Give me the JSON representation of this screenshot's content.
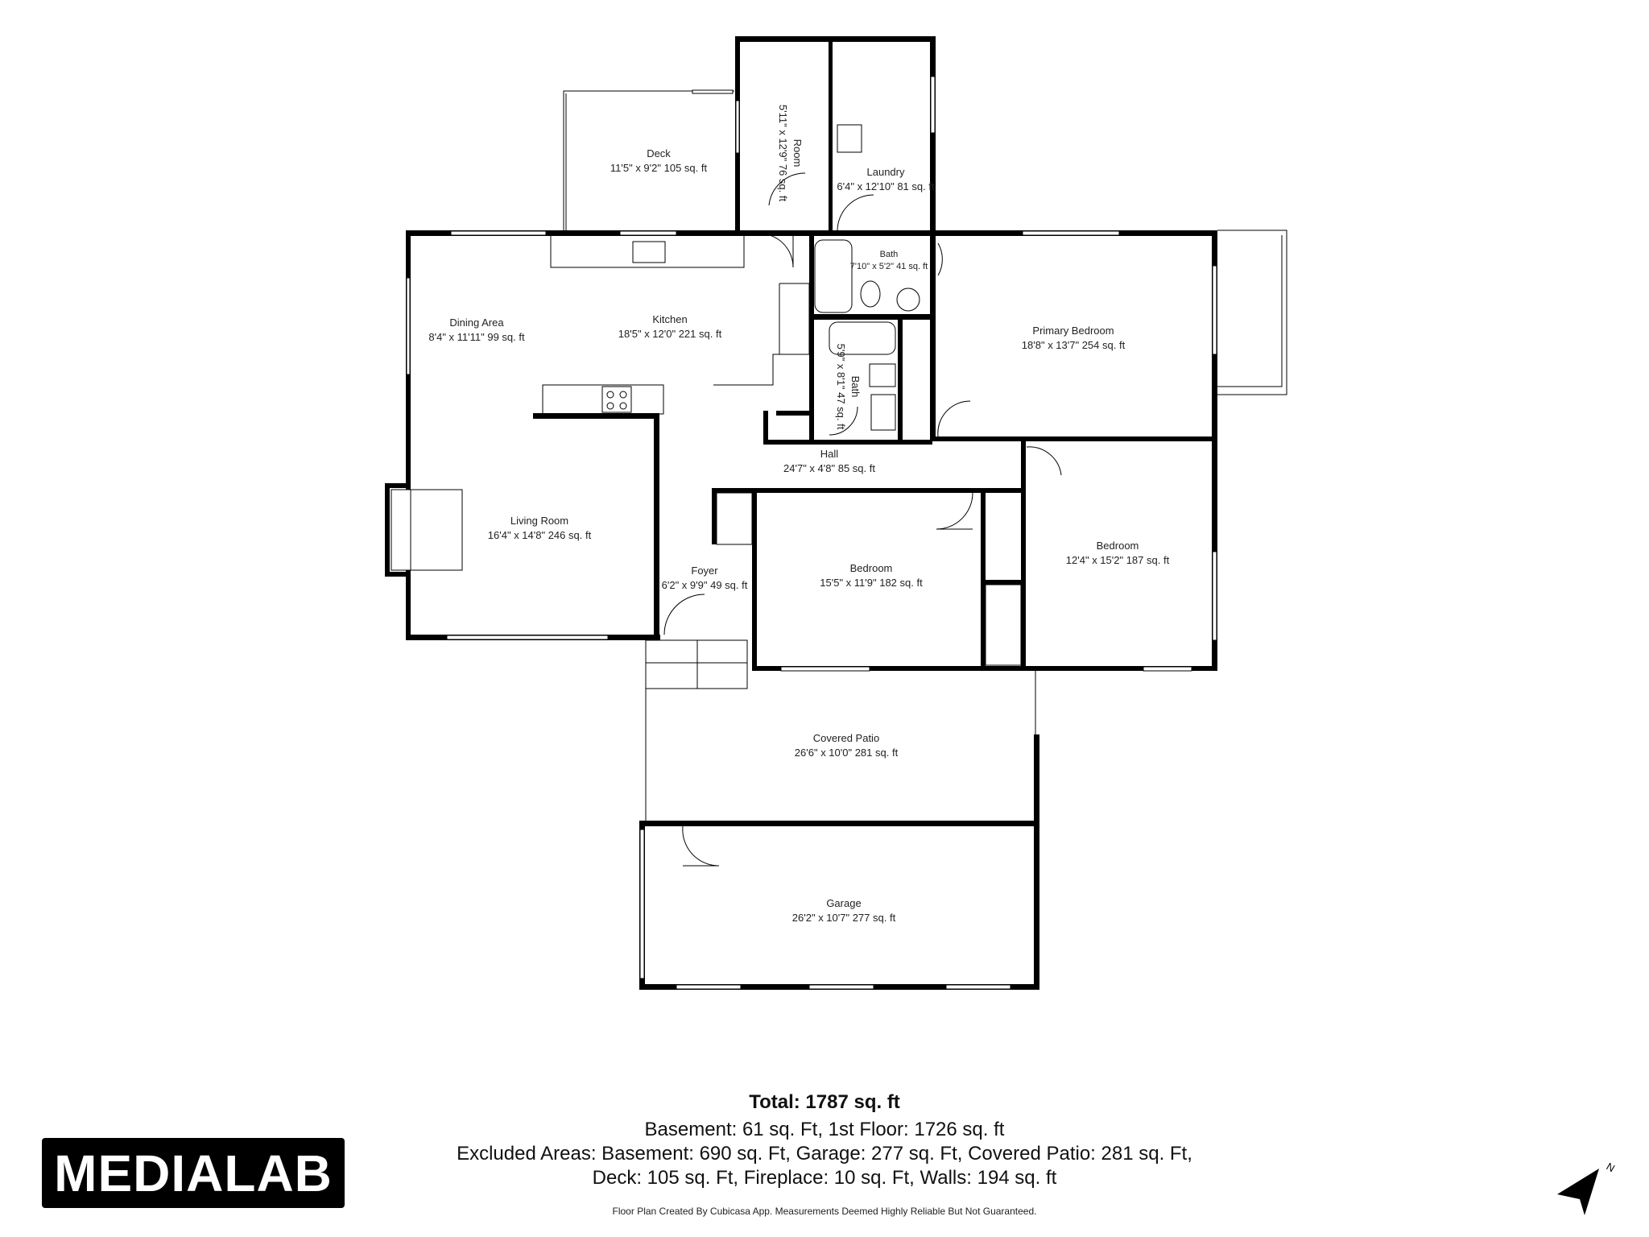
{
  "rooms": [
    {
      "id": "deck",
      "name": "Deck",
      "dims": "11'5\" x 9'2\" 105 sq. ft"
    },
    {
      "id": "room",
      "name": "Room",
      "dims": "5'11\" x 12'9\" 76 sq. ft"
    },
    {
      "id": "laundry",
      "name": "Laundry",
      "dims": "6'4\" x 12'10\" 81 sq. ft"
    },
    {
      "id": "bath1",
      "name": "Bath",
      "dims": "7'10\" x 5'2\" 41 sq. ft"
    },
    {
      "id": "bath2",
      "name": "Bath",
      "dims": "5'9\" x 8'1\" 47 sq. ft"
    },
    {
      "id": "dining",
      "name": "Dining Area",
      "dims": "8'4\" x 11'11\" 99 sq. ft"
    },
    {
      "id": "kitchen",
      "name": "Kitchen",
      "dims": "18'5\" x 12'0\" 221 sq. ft"
    },
    {
      "id": "primary",
      "name": "Primary Bedroom",
      "dims": "18'8\" x 13'7\" 254 sq. ft"
    },
    {
      "id": "hall",
      "name": "Hall",
      "dims": "24'7\" x 4'8\" 85 sq. ft"
    },
    {
      "id": "living",
      "name": "Living Room",
      "dims": "16'4\" x 14'8\" 246 sq. ft"
    },
    {
      "id": "foyer",
      "name": "Foyer",
      "dims": "6'2\" x 9'9\" 49 sq. ft"
    },
    {
      "id": "bedroom2",
      "name": "Bedroom",
      "dims": "15'5\" x 11'9\" 182 sq. ft"
    },
    {
      "id": "bedroom3",
      "name": "Bedroom",
      "dims": "12'4\" x 15'2\" 187 sq. ft"
    },
    {
      "id": "patio",
      "name": "Covered Patio",
      "dims": "26'6\" x 10'0\" 281 sq. ft"
    },
    {
      "id": "garage",
      "name": "Garage",
      "dims": "26'2\" x 10'7\" 277 sq. ft"
    }
  ],
  "summary": {
    "total": "Total: 1787 sq. ft",
    "line1": "Basement: 61 sq. Ft, 1st Floor: 1726 sq. ft",
    "line2": "Excluded Areas: Basement: 690 sq. Ft, Garage: 277 sq. Ft, Covered Patio: 281 sq. Ft,",
    "line3": "Deck: 105 sq. Ft, Fireplace: 10 sq. Ft, Walls: 194 sq. ft",
    "disclaimer": "Floor Plan Created By Cubicasa App. Measurements Deemed Highly Reliable But Not Guaranteed."
  },
  "logo": {
    "text": "MEDIALAB",
    "accent": "#f2a900"
  },
  "compass": {
    "label": "N",
    "icon": "north-arrow-icon"
  }
}
